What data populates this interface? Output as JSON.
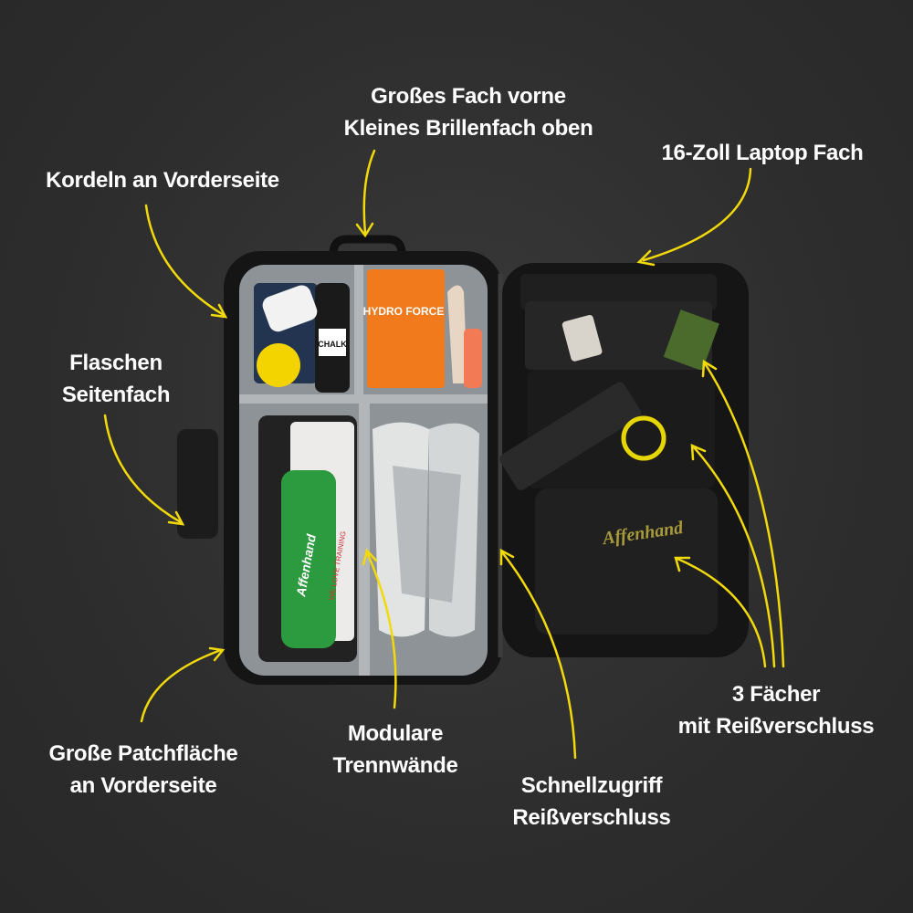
{
  "colors": {
    "background": "#2f2f2f",
    "text": "#ffffff",
    "arrow": "#f2d90a",
    "bag": "#161616",
    "lining": "#9a9ea2"
  },
  "labels": {
    "front_compartment": [
      "Großes Fach vorne",
      "Kleines Brillenfach oben"
    ],
    "laptop": [
      "16-Zoll Laptop Fach"
    ],
    "cords": [
      "Kordeln an Vorderseite"
    ],
    "bottle": [
      "Flaschen",
      "Seitenfach"
    ],
    "patch": [
      "Große Patchfläche",
      "an Vorderseite"
    ],
    "dividers": [
      "Modulare",
      "Trennwände"
    ],
    "quick_zip": [
      "Schnellzugriff",
      "Reißverschluss"
    ],
    "pockets": [
      "3 Fächer",
      "mit Reißverschluss"
    ]
  },
  "product_prints": {
    "brand": "Affenhand",
    "chalk": "CHALK",
    "drink": "HYDRO FORCE",
    "tagline": "WE LOVE TRAINING"
  }
}
